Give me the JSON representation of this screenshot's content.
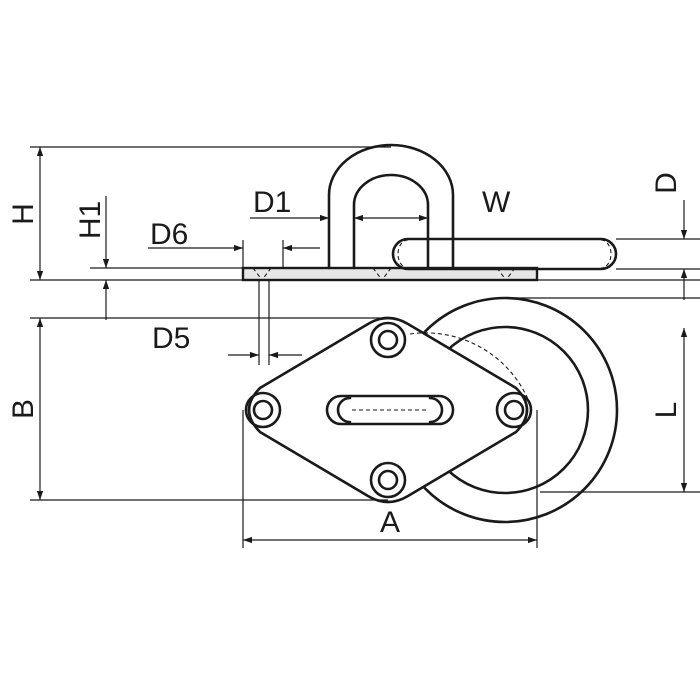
{
  "labels": {
    "h": "H",
    "h1": "H1",
    "d1": "D1",
    "w": "W",
    "d": "D",
    "d6": "D6",
    "d5": "D5",
    "b": "B",
    "l": "L",
    "a": "A"
  },
  "colors": {
    "line": "#1a1a1a",
    "plate_fill": "#e6e6e6",
    "background": "#ffffff"
  }
}
